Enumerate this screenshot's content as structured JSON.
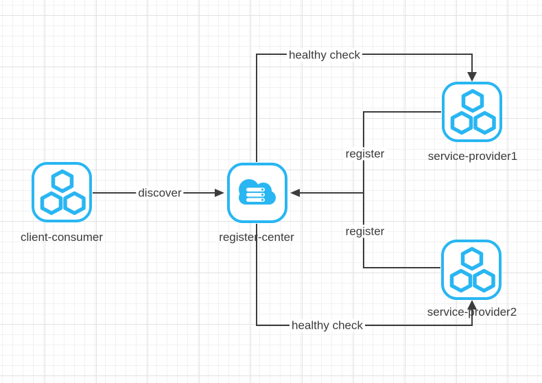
{
  "diagram": {
    "colors": {
      "accent": "#29b6f2",
      "connector": "#3c3c3c",
      "text": "#3a3a3a",
      "grid_minor": "#f1f1f1",
      "grid_major": "#e2e2e2",
      "shape_fill": "#ffffff"
    },
    "nodes": {
      "client": {
        "label": "client-consumer",
        "icon": "hexagon-cluster"
      },
      "register": {
        "label": "register-center",
        "icon": "cloud-server"
      },
      "provider1": {
        "label": "service-provider1",
        "icon": "hexagon-cluster"
      },
      "provider2": {
        "label": "service-provider2",
        "icon": "hexagon-cluster"
      }
    },
    "edges": {
      "discover": {
        "label": "discover",
        "from": "client-consumer",
        "to": "register-center"
      },
      "healthy_check_top": {
        "label": "healthy check",
        "from": "register-center",
        "to": "service-provider1"
      },
      "register_top": {
        "label": "register",
        "from": "service-provider1",
        "to": "register-center"
      },
      "register_bottom": {
        "label": "register",
        "from": "service-provider2",
        "to": "register-center"
      },
      "healthy_check_bottom": {
        "label": "healthy check",
        "from": "register-center",
        "to": "service-provider2"
      }
    }
  }
}
